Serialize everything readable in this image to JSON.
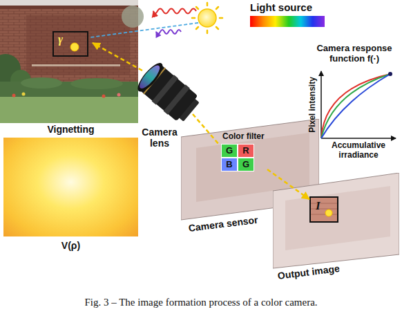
{
  "diagram": {
    "caption": "Fig. 3 – The image formation process of a color camera.",
    "nodes": [
      {
        "text": [
          "γ"
        ]
      },
      {
        "text": [
          "Vignetting",
          "V(ρ)"
        ]
      },
      {
        "text": [
          "Camera sensor"
        ]
      },
      {
        "text": [
          "Color filter"
        ],
        "in": 2
      },
      {
        "text": [
          "G"
        ],
        "in": 3
      },
      {
        "text": [
          "R"
        ],
        "in": 3
      },
      {
        "text": [
          "B"
        ],
        "in": 3
      },
      {
        "text": [
          "G"
        ],
        "in": 3
      },
      {
        "text": [
          "Output image"
        ]
      },
      {
        "text": [
          "I"
        ],
        "in": 8
      }
    ],
    "edges": [
      {
        "from": 3,
        "to": 9,
        "arrow": "to"
      }
    ],
    "labels": [
      "Light source",
      "Camera lens",
      "Camera response function f(·)",
      "Pixel intensity",
      "Accumulative irradiance"
    ]
  }
}
